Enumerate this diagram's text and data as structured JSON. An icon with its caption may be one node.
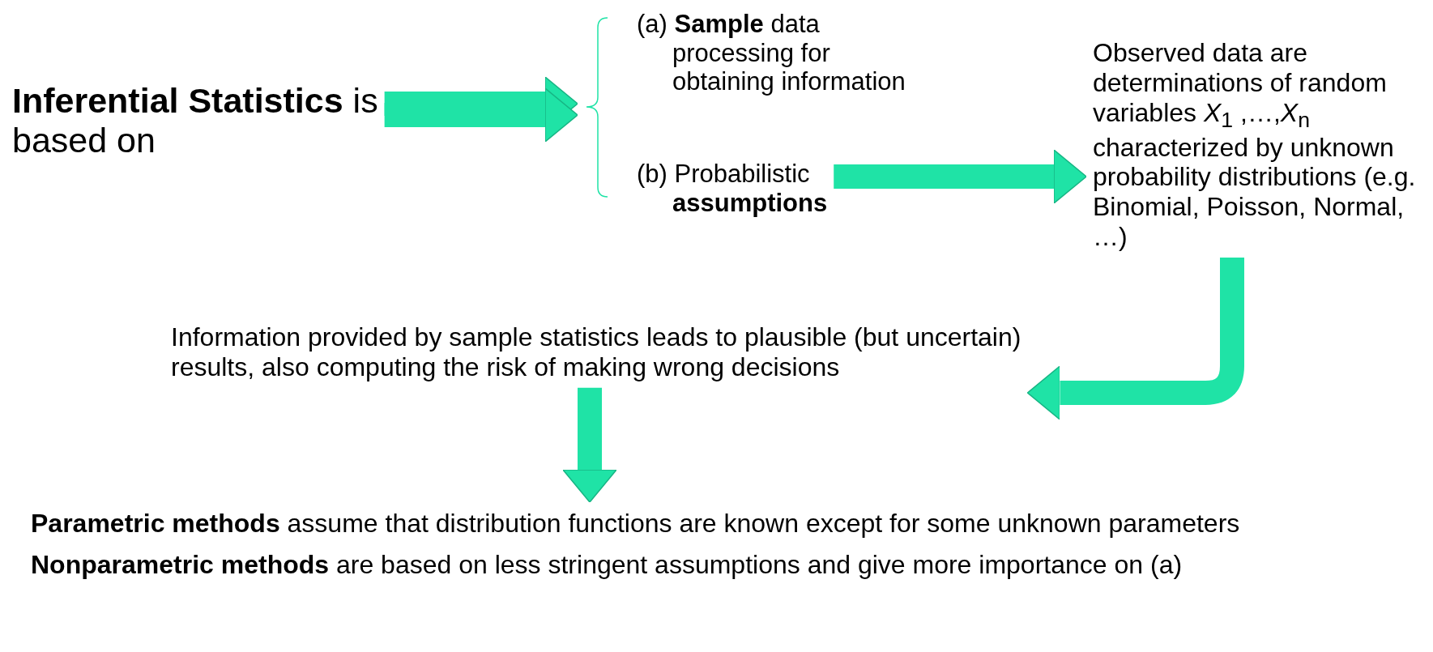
{
  "diagram": {
    "nodes": [
      {
        "text": [
          "**Inferential Statistics** is based on"
        ]
      },
      {
        "text": [
          "(a) **Sample** data processing for obtaining information"
        ]
      },
      {
        "text": [
          "(b) Probabilistic **assumptions**"
        ]
      },
      {
        "text": [
          "Observed data are determinations of random variables *X*$_{1}$ ,…,*X*$_{n}$ characterized by unknown probability distributions (e.g. Binomial, Poisson, Normal, …)"
        ]
      },
      {
        "text": [
          "Information provided by sample statistics leads to plausible (but uncertain) results, also computing the risk of making wrong decisions"
        ]
      },
      {
        "text": [
          "**Parametric methods** assume that distribution functions are known except for some unknown parameters",
          "**Nonparametric methods** are based on less stringent assumptions and give more importance on (a)"
        ]
      }
    ],
    "edges": [
      {
        "from": 0,
        "to": 1,
        "arrow": "to"
      },
      {
        "from": 0,
        "to": 2,
        "arrow": "to"
      },
      {
        "from": 2,
        "to": 3,
        "arrow": "to"
      },
      {
        "from": 3,
        "to": 4,
        "arrow": "to"
      },
      {
        "from": 4,
        "to": 5,
        "arrow": "to"
      }
    ]
  }
}
